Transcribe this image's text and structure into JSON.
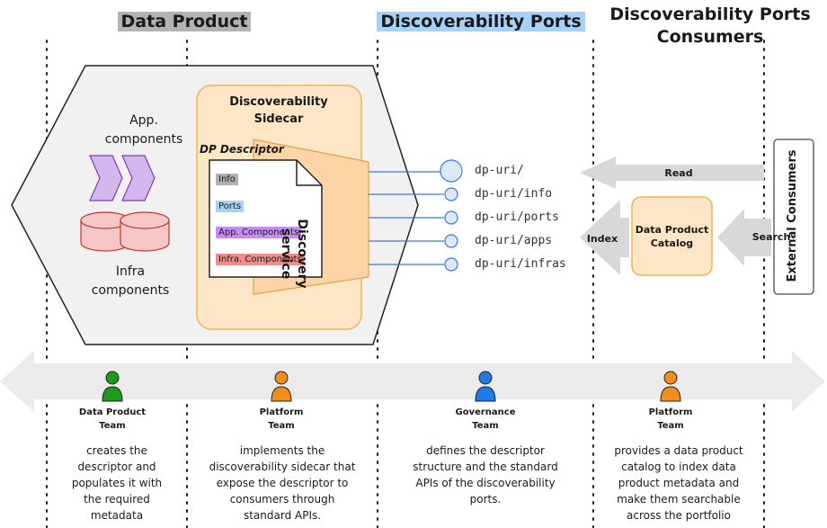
{
  "headers": {
    "data_product": "Data Product",
    "ports": "Discoverability Ports",
    "consumers_line1": "Discoverability Ports",
    "consumers_line2": "Consumers"
  },
  "product": {
    "app_components": [
      "App.",
      "components"
    ],
    "infra_components": [
      "Infra",
      "components"
    ]
  },
  "sidecar": {
    "title": [
      "Discoverability",
      "Sidecar"
    ],
    "descriptor_title": "DP Descriptor",
    "tags": [
      {
        "label": "Info",
        "color": "#b0b0b0"
      },
      {
        "label": "Ports",
        "color": "#a9d1f5"
      },
      {
        "label": "App. Components",
        "color": "#c58cf5"
      },
      {
        "label": "Infra. Components",
        "color": "#f08c8c"
      }
    ],
    "service_label": [
      "Discovery",
      "service"
    ]
  },
  "ports": [
    "dp-uri/",
    "dp-uri/info",
    "dp-uri/ports",
    "dp-uri/apps",
    "dp-uri/infras"
  ],
  "consumers": {
    "read": "Read",
    "search": "Search",
    "index": "Index",
    "catalog": [
      "Data Product",
      "Catalog"
    ],
    "external": "External Consumers"
  },
  "teams": [
    {
      "name": [
        "Data Product",
        "Team"
      ],
      "color": "#1a9c1a",
      "desc": [
        "creates the",
        "descriptor and",
        "populates it with",
        "the required",
        "metadata"
      ]
    },
    {
      "name": [
        "Platform",
        "Team"
      ],
      "color": "#f28c1c",
      "desc": [
        "implements the",
        "discoverability sidecar that",
        "expose the descriptor to",
        "consumers through",
        "standard APIs."
      ]
    },
    {
      "name": [
        "Governance",
        "Team"
      ],
      "color": "#1e7be8",
      "desc": [
        "defines the descriptor",
        "structure and the standard",
        "APIs of the discoverability",
        "ports."
      ]
    },
    {
      "name": [
        "Platform",
        "Team"
      ],
      "color": "#f28c1c",
      "desc": [
        "provides a data product",
        "catalog to index data",
        "product metadata and",
        "make them searchable",
        "across the portfolio"
      ]
    }
  ]
}
